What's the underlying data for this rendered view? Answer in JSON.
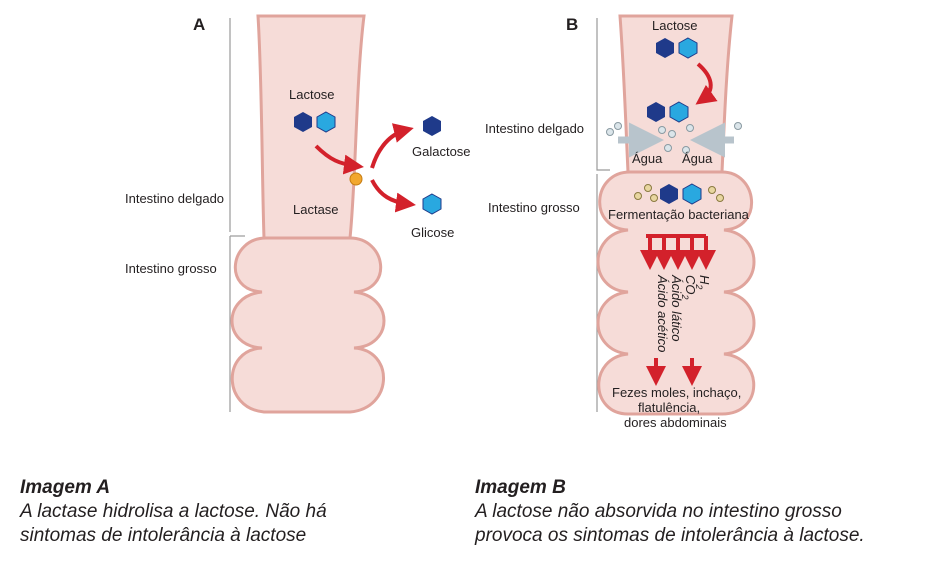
{
  "panel_a": {
    "letter": "A",
    "lactose": "Lactose",
    "lactase": "Lactase",
    "galactose": "Galactose",
    "glucose": "Glicose",
    "small_intestine": "Intestino delgado",
    "large_intestine": "Intestino grosso"
  },
  "panel_b": {
    "letter": "B",
    "lactose": "Lactose",
    "small_intestine": "Intestino delgado",
    "large_intestine": "Intestino grosso",
    "water_left": "Água",
    "water_right": "Água",
    "fermentation": "Fermentação bacteriana",
    "h2": "H",
    "h2_sub": "2",
    "co2": "CO",
    "co2_sub": "2",
    "lactic_acid": "Ácido lático",
    "acetic_acid": "Ácido acético",
    "symptoms_1": "Fezes moles, inchaço,",
    "symptoms_2": "flatulência,",
    "symptoms_3": "dores abdominais"
  },
  "caption_a": {
    "title": "Imagem A",
    "line1": "A lactase hidrolisa a lactose. Não há",
    "line2": "sintomas de intolerância à lactose"
  },
  "caption_b": {
    "title": "Imagem B",
    "line1": "A lactose não absorvida no intestino grosso",
    "line2": "provoca os sintomas de intolerância à lactose."
  },
  "colors": {
    "intestine_fill": "#f6dcd8",
    "intestine_edge": "#e8aaa3",
    "galactose_hex": "#1f3a8a",
    "glucose_hex": "#29a8e0",
    "arrow_red": "#d3212b",
    "lactase_dot": "#f2a72e",
    "bracket_gray": "#9a9a9a"
  }
}
